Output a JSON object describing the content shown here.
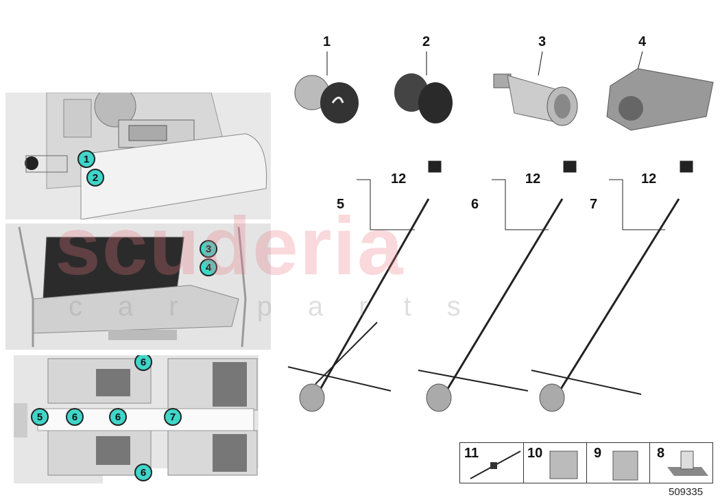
{
  "diagram_number": "509335",
  "watermark": {
    "brand": "scuderia",
    "sub": "car parts"
  },
  "accent_color": "#3fd6c9",
  "callouts": {
    "console_panel": [
      "1",
      "2"
    ],
    "trunk_panel": [
      "3",
      "4"
    ],
    "interior_panel": [
      "6",
      "5",
      "6",
      "6",
      "7",
      "6"
    ]
  },
  "parts": {
    "top_row": [
      "1",
      "2",
      "3",
      "4"
    ],
    "wiring": [
      {
        "harness": "5",
        "connector": "12"
      },
      {
        "harness": "6",
        "connector": "12"
      },
      {
        "harness": "7",
        "connector": "12"
      }
    ],
    "small_parts": [
      "11",
      "10",
      "9",
      "8"
    ]
  }
}
